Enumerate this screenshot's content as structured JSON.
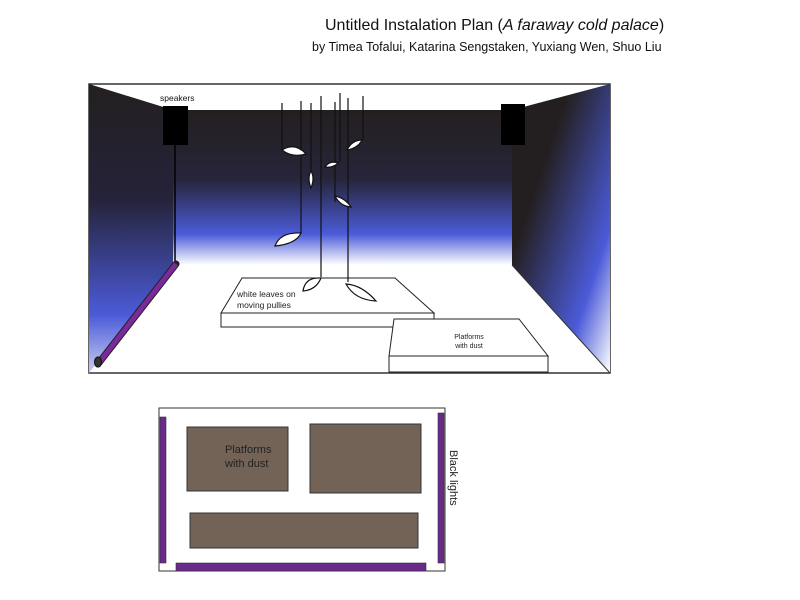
{
  "header": {
    "title_prefix": "Untitled Instalation Plan (",
    "title_italic": "A faraway cold palace",
    "title_suffix": ")",
    "authors": "by Timea Tofalui, Katarina Sengstaken, Yuxiang Wen, Shuo Liu"
  },
  "perspective": {
    "speakers_label": "speakers",
    "leaves_label_line1": "white leaves on",
    "leaves_label_line2": "moving pullies",
    "platform_label_line1": "Platforms",
    "platform_label_line2": "with dust",
    "black_lights_label": "Black lights"
  },
  "floor_plan": {
    "platform_label_line1": "Platforms",
    "platform_label_line2": "with dust",
    "black_lights_label": "Black lights"
  },
  "colors": {
    "wall_dark": "#231f20",
    "wall_glow": "#4b5bd8",
    "black_light": "#6a2a8c",
    "platform_fill": "#736357"
  }
}
